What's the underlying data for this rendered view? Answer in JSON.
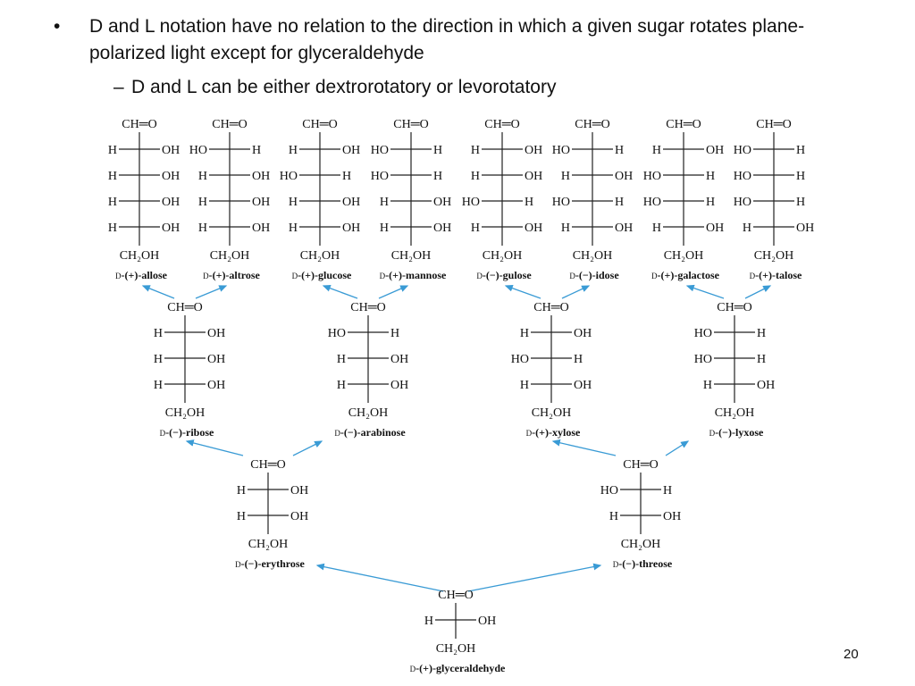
{
  "slide": {
    "bullets": [
      {
        "marker": "•",
        "text": "D and L notation have no relation to the direction in which a given sugar rotates plane-polarized light except for glyceraldehyde"
      },
      {
        "marker": "–",
        "text": "D and L can be either dextrorotatory or levorotatory"
      }
    ],
    "page_number": "20"
  },
  "diagram": {
    "arrow_color": "#3a9bd5",
    "top_group": "CH═O",
    "bottom_group": "CH₂OH",
    "aldohexoses": [
      {
        "name": "D-(+)-allose",
        "rows": [
          [
            "H",
            "OH"
          ],
          [
            "H",
            "OH"
          ],
          [
            "H",
            "OH"
          ],
          [
            "H",
            "OH"
          ]
        ]
      },
      {
        "name": "D-(+)-altrose",
        "rows": [
          [
            "HO",
            "H"
          ],
          [
            "H",
            "OH"
          ],
          [
            "H",
            "OH"
          ],
          [
            "H",
            "OH"
          ]
        ]
      },
      {
        "name": "D-(+)-glucose",
        "rows": [
          [
            "H",
            "OH"
          ],
          [
            "HO",
            "H"
          ],
          [
            "H",
            "OH"
          ],
          [
            "H",
            "OH"
          ]
        ]
      },
      {
        "name": "D-(+)-mannose",
        "rows": [
          [
            "HO",
            "H"
          ],
          [
            "HO",
            "H"
          ],
          [
            "H",
            "OH"
          ],
          [
            "H",
            "OH"
          ]
        ]
      },
      {
        "name": "D-(−)-gulose",
        "rows": [
          [
            "H",
            "OH"
          ],
          [
            "H",
            "OH"
          ],
          [
            "HO",
            "H"
          ],
          [
            "H",
            "OH"
          ]
        ]
      },
      {
        "name": "D-(−)-idose",
        "rows": [
          [
            "HO",
            "H"
          ],
          [
            "H",
            "OH"
          ],
          [
            "HO",
            "H"
          ],
          [
            "H",
            "OH"
          ]
        ]
      },
      {
        "name": "D-(+)-galactose",
        "rows": [
          [
            "H",
            "OH"
          ],
          [
            "HO",
            "H"
          ],
          [
            "HO",
            "H"
          ],
          [
            "H",
            "OH"
          ]
        ]
      },
      {
        "name": "D-(+)-talose",
        "rows": [
          [
            "HO",
            "H"
          ],
          [
            "HO",
            "H"
          ],
          [
            "HO",
            "H"
          ],
          [
            "H",
            "OH"
          ]
        ]
      }
    ],
    "aldopentoses": [
      {
        "name": "D-(−)-ribose",
        "rows": [
          [
            "H",
            "OH"
          ],
          [
            "H",
            "OH"
          ],
          [
            "H",
            "OH"
          ]
        ]
      },
      {
        "name": "D-(−)-arabinose",
        "rows": [
          [
            "HO",
            "H"
          ],
          [
            "H",
            "OH"
          ],
          [
            "H",
            "OH"
          ]
        ]
      },
      {
        "name": "D-(+)-xylose",
        "rows": [
          [
            "H",
            "OH"
          ],
          [
            "HO",
            "H"
          ],
          [
            "H",
            "OH"
          ]
        ]
      },
      {
        "name": "D-(−)-lyxose",
        "rows": [
          [
            "HO",
            "H"
          ],
          [
            "HO",
            "H"
          ],
          [
            "H",
            "OH"
          ]
        ]
      }
    ],
    "aldotetroses": [
      {
        "name": "D-(−)-erythrose",
        "rows": [
          [
            "H",
            "OH"
          ],
          [
            "H",
            "OH"
          ]
        ]
      },
      {
        "name": "D-(−)-threose",
        "rows": [
          [
            "HO",
            "H"
          ],
          [
            "H",
            "OH"
          ]
        ]
      }
    ],
    "aldotriose": [
      {
        "name": "D-(+)-glyceraldehyde",
        "rows": [
          [
            "H",
            "OH"
          ]
        ]
      }
    ]
  }
}
